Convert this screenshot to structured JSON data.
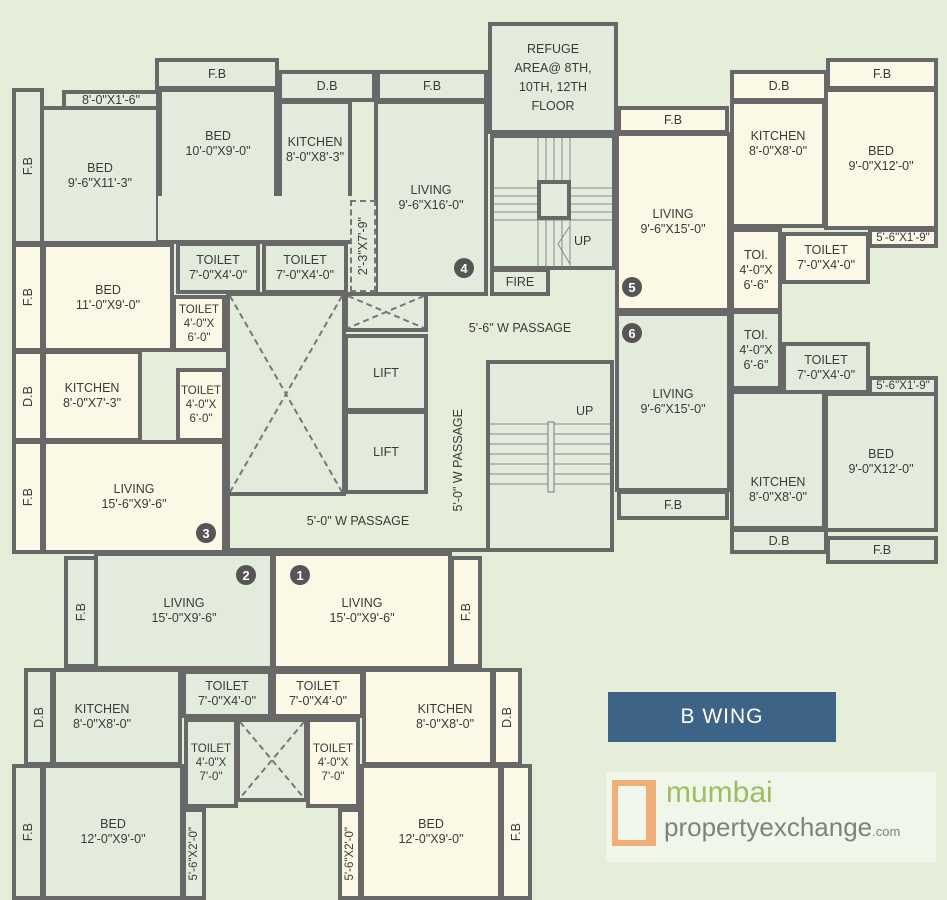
{
  "title": "B WING",
  "colors": {
    "background": "#e4eed8",
    "room_green": "#e3ecdc",
    "room_cream": "#fbf9e6",
    "wall": "#686868",
    "wing_badge": "#3d6486"
  },
  "watermark": {
    "line1": "mumbai",
    "line2": "propertyexchange",
    "suffix": ".com"
  },
  "units": [
    "1",
    "2",
    "3",
    "4",
    "5",
    "6"
  ],
  "core": {
    "refuge": "REFUGE AREA@ 8TH, 10TH, 12TH FLOOR",
    "up": "UP",
    "fire": "FIRE",
    "lift": "LIFT",
    "passage_56": "5'-6\" W PASSAGE",
    "passage_50": "5'-0\" W PASSAGE",
    "passage_50v": "5'-0\" W PASSAGE"
  },
  "labels": {
    "fb": "F.B",
    "db": "D.B",
    "bed": "BED",
    "kitchen": "KITCHEN",
    "living": "LIVING",
    "toilet": "TOILET",
    "toi": "TOI."
  },
  "dims": {
    "u4_ledge": "8'-0\"X1'-6\"",
    "u4_bed1": "9'-6\"X11'-3\"",
    "u4_bed2": "10'-0\"X9'-0\"",
    "u4_kitchen": "8'-0\"X8'-3\"",
    "u4_living": "9'-6\"X16'-0\"",
    "u4_toilet": "7'-0\"X4'-0\"",
    "u4_niche": "2'-3\"X7'-9\"",
    "u3_bed": "11'-0\"X9'-0\"",
    "u3_toilet1": "4'-0\"X 6'-0\"",
    "u3_kitchen": "8'-0\"X7'-3\"",
    "u3_toilet2": "4'-0\"X 6'-0\"",
    "u3_living": "15'-6\"X9'-6\"",
    "u5_living": "9'-6\"X15'-0\"",
    "u5_kitchen": "8'-0\"X8'-0\"",
    "u5_bed": "9'-0\"X12'-0\"",
    "u5_toi": "4'-0\"X 6'-6\"",
    "u5_toilet": "7'-0\"X4'-0\"",
    "u5_ledge": "5'-6\"X1'-9\"",
    "u12_living": "15'-0\"X9'-6\"",
    "u12_kitchen": "8'-0\"X8'-0\"",
    "u12_toilet": "7'-0\"X4'-0\"",
    "u12_toilet2": "4'-0\"X 7'-0\"",
    "u12_bed": "12'-0\"X9'-0\"",
    "u12_ledge": "5'-6\"X2'-0\""
  }
}
